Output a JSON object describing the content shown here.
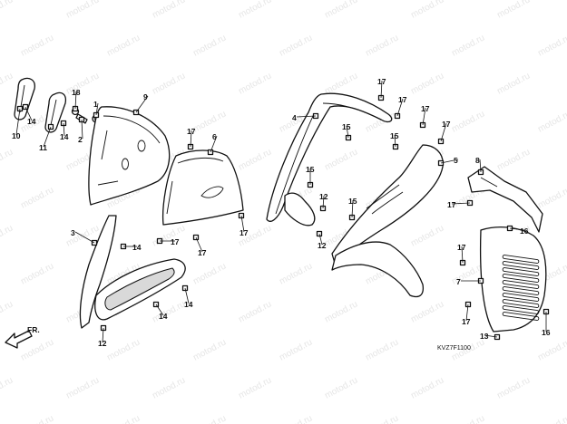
{
  "diagram": {
    "code": "KVZ7F1100",
    "direction_label": "FR.",
    "watermark": "motod.ru",
    "callouts": [
      {
        "id": "c10",
        "text": "10"
      },
      {
        "id": "c14a",
        "text": "14"
      },
      {
        "id": "c11",
        "text": "11"
      },
      {
        "id": "c14b",
        "text": "14"
      },
      {
        "id": "c18",
        "text": "18"
      },
      {
        "id": "c2",
        "text": "2"
      },
      {
        "id": "c1",
        "text": "1"
      },
      {
        "id": "c9",
        "text": "9"
      },
      {
        "id": "c17a",
        "text": "17"
      },
      {
        "id": "c6",
        "text": "6"
      },
      {
        "id": "c3",
        "text": "3"
      },
      {
        "id": "c14c",
        "text": "14"
      },
      {
        "id": "c17b",
        "text": "17"
      },
      {
        "id": "c17c",
        "text": "17"
      },
      {
        "id": "c17d",
        "text": "17"
      },
      {
        "id": "c14d",
        "text": "14"
      },
      {
        "id": "c14e",
        "text": "14"
      },
      {
        "id": "c12a",
        "text": "12"
      },
      {
        "id": "c4",
        "text": "4"
      },
      {
        "id": "c17e",
        "text": "17"
      },
      {
        "id": "c17f",
        "text": "17"
      },
      {
        "id": "c17g",
        "text": "17"
      },
      {
        "id": "c15a",
        "text": "15"
      },
      {
        "id": "c15b",
        "text": "15"
      },
      {
        "id": "c17h",
        "text": "17"
      },
      {
        "id": "c15c",
        "text": "15"
      },
      {
        "id": "c12b",
        "text": "12"
      },
      {
        "id": "c15d",
        "text": "15"
      },
      {
        "id": "c12c",
        "text": "12"
      },
      {
        "id": "c5",
        "text": "5"
      },
      {
        "id": "c8",
        "text": "8"
      },
      {
        "id": "c17i",
        "text": "17"
      },
      {
        "id": "c16a",
        "text": "16"
      },
      {
        "id": "c17j",
        "text": "17"
      },
      {
        "id": "c7",
        "text": "7"
      },
      {
        "id": "c17k",
        "text": "17"
      },
      {
        "id": "c13",
        "text": "13"
      },
      {
        "id": "c16b",
        "text": "16"
      }
    ]
  }
}
